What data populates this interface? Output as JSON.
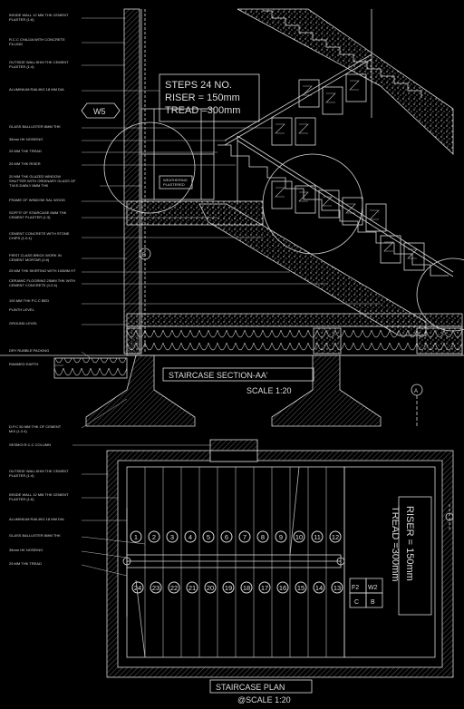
{
  "section": {
    "steps_note": {
      "steps": "STEPS 24 NO.",
      "riser": "RISER  = 150mm",
      "tread": "TREAD =300mm"
    },
    "window_tag": "W5",
    "small_box": [
      "WEATHERING",
      "PLASTERED"
    ],
    "grid_tags": {
      "b": "B",
      "a": "A"
    },
    "title": "STAIRCASE SECTION-AA'",
    "scale": "SCALE 1:20",
    "labels": [
      "INSIDE WALL 12 MM THK CEMENT",
      "PLASTER (1:6)",
      "R.C.C CHAJJA WITH CONCRETE",
      "FILLING",
      "OUTSIDE WALLSHM THK CEMENT",
      "PLASTER (1:4)",
      "ALUMINIUM RAILING 18 MM DIA",
      "GLASS BALLUSTER 8MM THK",
      "38mm HK NOSEING",
      "25 MM THK TREAD",
      "25 MM THK RISER",
      "20 MM THK GLAZED WINDOW",
      "SHUTTER WITH ORDINARY GLASS OF",
      "T.W.E.DABLY 8MM THK",
      "FRAME OF WINDOW SAL WOOD",
      "SOFFIT OF STAIRCASE 6MM THK",
      "CEMENT PLASTER (1:3)",
      "CEMENT CONCRETE WITH STONE",
      "CHIPS (1:2:4)",
      "FIRST CLASS BRICK WORK IN",
      "CEMENT MORTAR (1:6)",
      "25 MM THK SKIRTING WITH 100MM HT",
      "CERAMIC FLOORING 25MM THK WITH",
      "CEMENT CONCRETE (1:2:4)",
      "100 MM THK P.C.C BED",
      "PLINTH LEVEL",
      "GROUND LEVEL",
      "DRY RUBBLE PACKING",
      "RAMMED EARTH",
      "D.P.C 50 MM THK OF CEMENT",
      "MIX (1:2:4)"
    ]
  },
  "plan": {
    "labels": [
      "SESMOI R.C.C COLUMN",
      "OUTSIDE WALLSHM THK CEMENT",
      "PLASTER (1:4)",
      "INSIDE WALL 12 MM THK CEMENT",
      "PLASTER (1:6)",
      "ALUMINIUM RAILING 18 MM DIA",
      "GLASS BALLUSTER 8MM THK",
      "38mm HK NOSEING",
      "25 MM THK TREAD"
    ],
    "upper_steps": [
      "1",
      "2",
      "3",
      "4",
      "5",
      "6",
      "7",
      "8",
      "9",
      "10",
      "11",
      "12"
    ],
    "lower_steps": [
      "24",
      "23",
      "22",
      "21",
      "20",
      "19",
      "18",
      "17",
      "16",
      "15",
      "14",
      "13"
    ],
    "riser_note": "RISER = 150mm",
    "tread_note": "TREAD =300mm",
    "tags": [
      "F2",
      "W2",
      "C",
      "B"
    ],
    "title": "STAIRCASE PLAN",
    "scale": "@SCALE 1:20"
  }
}
